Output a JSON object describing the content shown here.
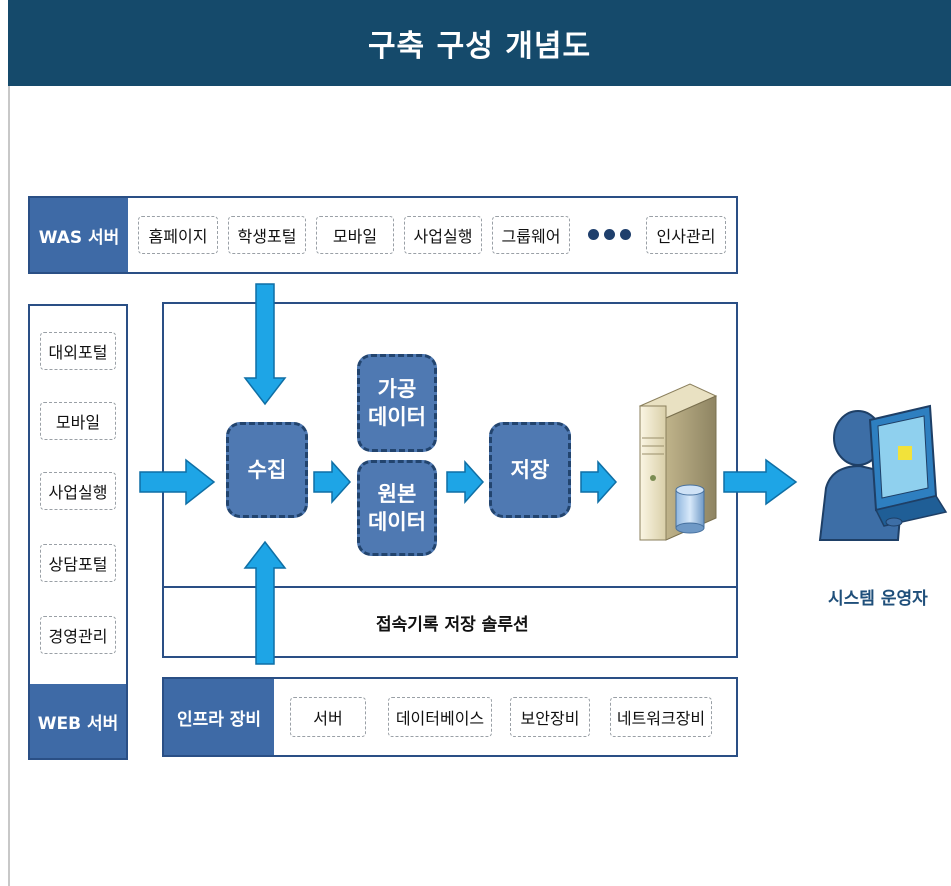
{
  "header": {
    "title": "구축 구성 개념도"
  },
  "was_server": {
    "label": "WAS 서버",
    "items": [
      "홈페이지",
      "학생포털",
      "모바일",
      "사업실행",
      "그룹웨어",
      "인사관리"
    ]
  },
  "web_server": {
    "label": "WEB 서버",
    "items": [
      "대외포털",
      "모바일",
      "사업실행",
      "상담포털",
      "경영관리"
    ]
  },
  "infra": {
    "label": "인프라 장비",
    "items": [
      "서버",
      "데이터베이스",
      "보안장비",
      "네트워크장비"
    ]
  },
  "solution": {
    "collect": "수집",
    "processed_line1": "가공",
    "processed_line2": "데이터",
    "raw_line1": "원본",
    "raw_line2": "데이터",
    "store": "저장",
    "caption": "접속기록 저장 솔루션"
  },
  "operator": {
    "label": "시스템 운영자"
  },
  "colors": {
    "header": "#154a6b",
    "label_cell": "#3e6aa6",
    "process_box": "#4f79b2",
    "border": "#2a4f85",
    "arrow": "#1ea5e6"
  }
}
